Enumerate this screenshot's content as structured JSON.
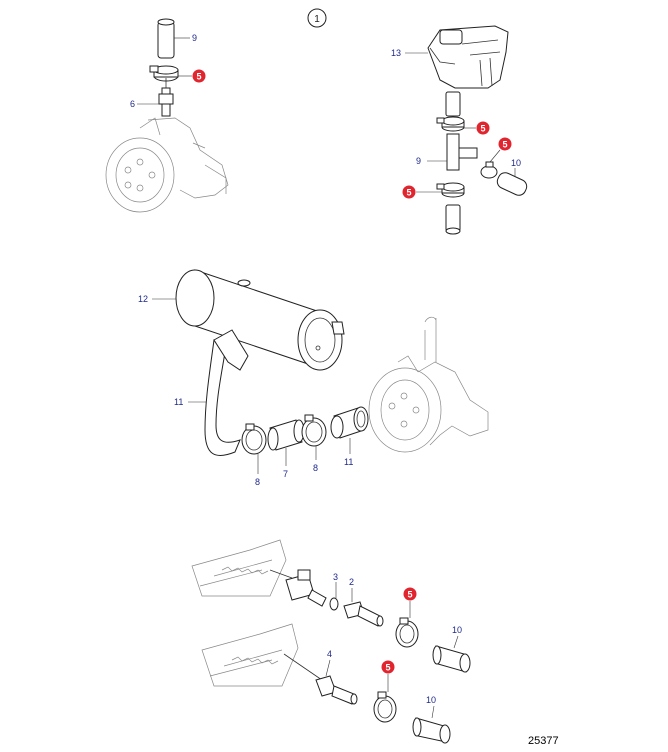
{
  "view_number": "1",
  "drawing_reference": "25377",
  "callouts": {
    "c9_top": "9",
    "c5_top": "5",
    "c6": "6",
    "c13": "13",
    "c5_tank1": "5",
    "c5_tank2": "5",
    "c9_tank": "9",
    "c10_tank": "10",
    "c5_tank3": "5",
    "c12": "12",
    "c11_hose": "11",
    "c8_left": "8",
    "c7": "7",
    "c8_right": "8",
    "c11_sleeve": "11",
    "c3": "3",
    "c2": "2",
    "c5_lower1": "5",
    "c10_lower1": "10",
    "c4": "4",
    "c5_lower2": "5",
    "c10_lower2": "10"
  },
  "colors": {
    "callout_text": "#1f2a8c",
    "highlight_badge": "#e0252f",
    "line": "#222222"
  }
}
